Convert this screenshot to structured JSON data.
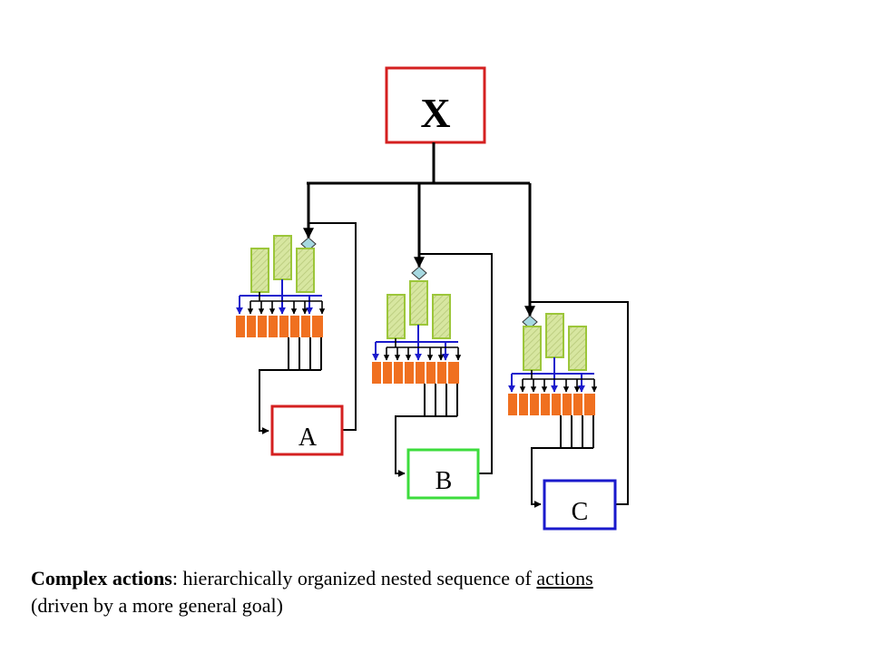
{
  "diagram": {
    "top_box": {
      "label": "X",
      "border_color": "#d42020"
    },
    "boxes": [
      {
        "label": "A",
        "border_color": "#d42020"
      },
      {
        "label": "B",
        "border_color": "#3ddc3d"
      },
      {
        "label": "C",
        "border_color": "#1a1acc"
      }
    ],
    "colors": {
      "subgoal_fill": "#d7e6a0",
      "subgoal_border": "#9cc63a",
      "action_fill": "#f07020",
      "decision_fill": "#a6d8e0",
      "blue_arrow": "#1a1acc",
      "line": "#000000"
    }
  },
  "caption": {
    "lead": "Complex actions",
    "middle": ": hierarchically organized nested sequence of ",
    "link": "actions",
    "line2": "(driven by a more general goal)"
  }
}
